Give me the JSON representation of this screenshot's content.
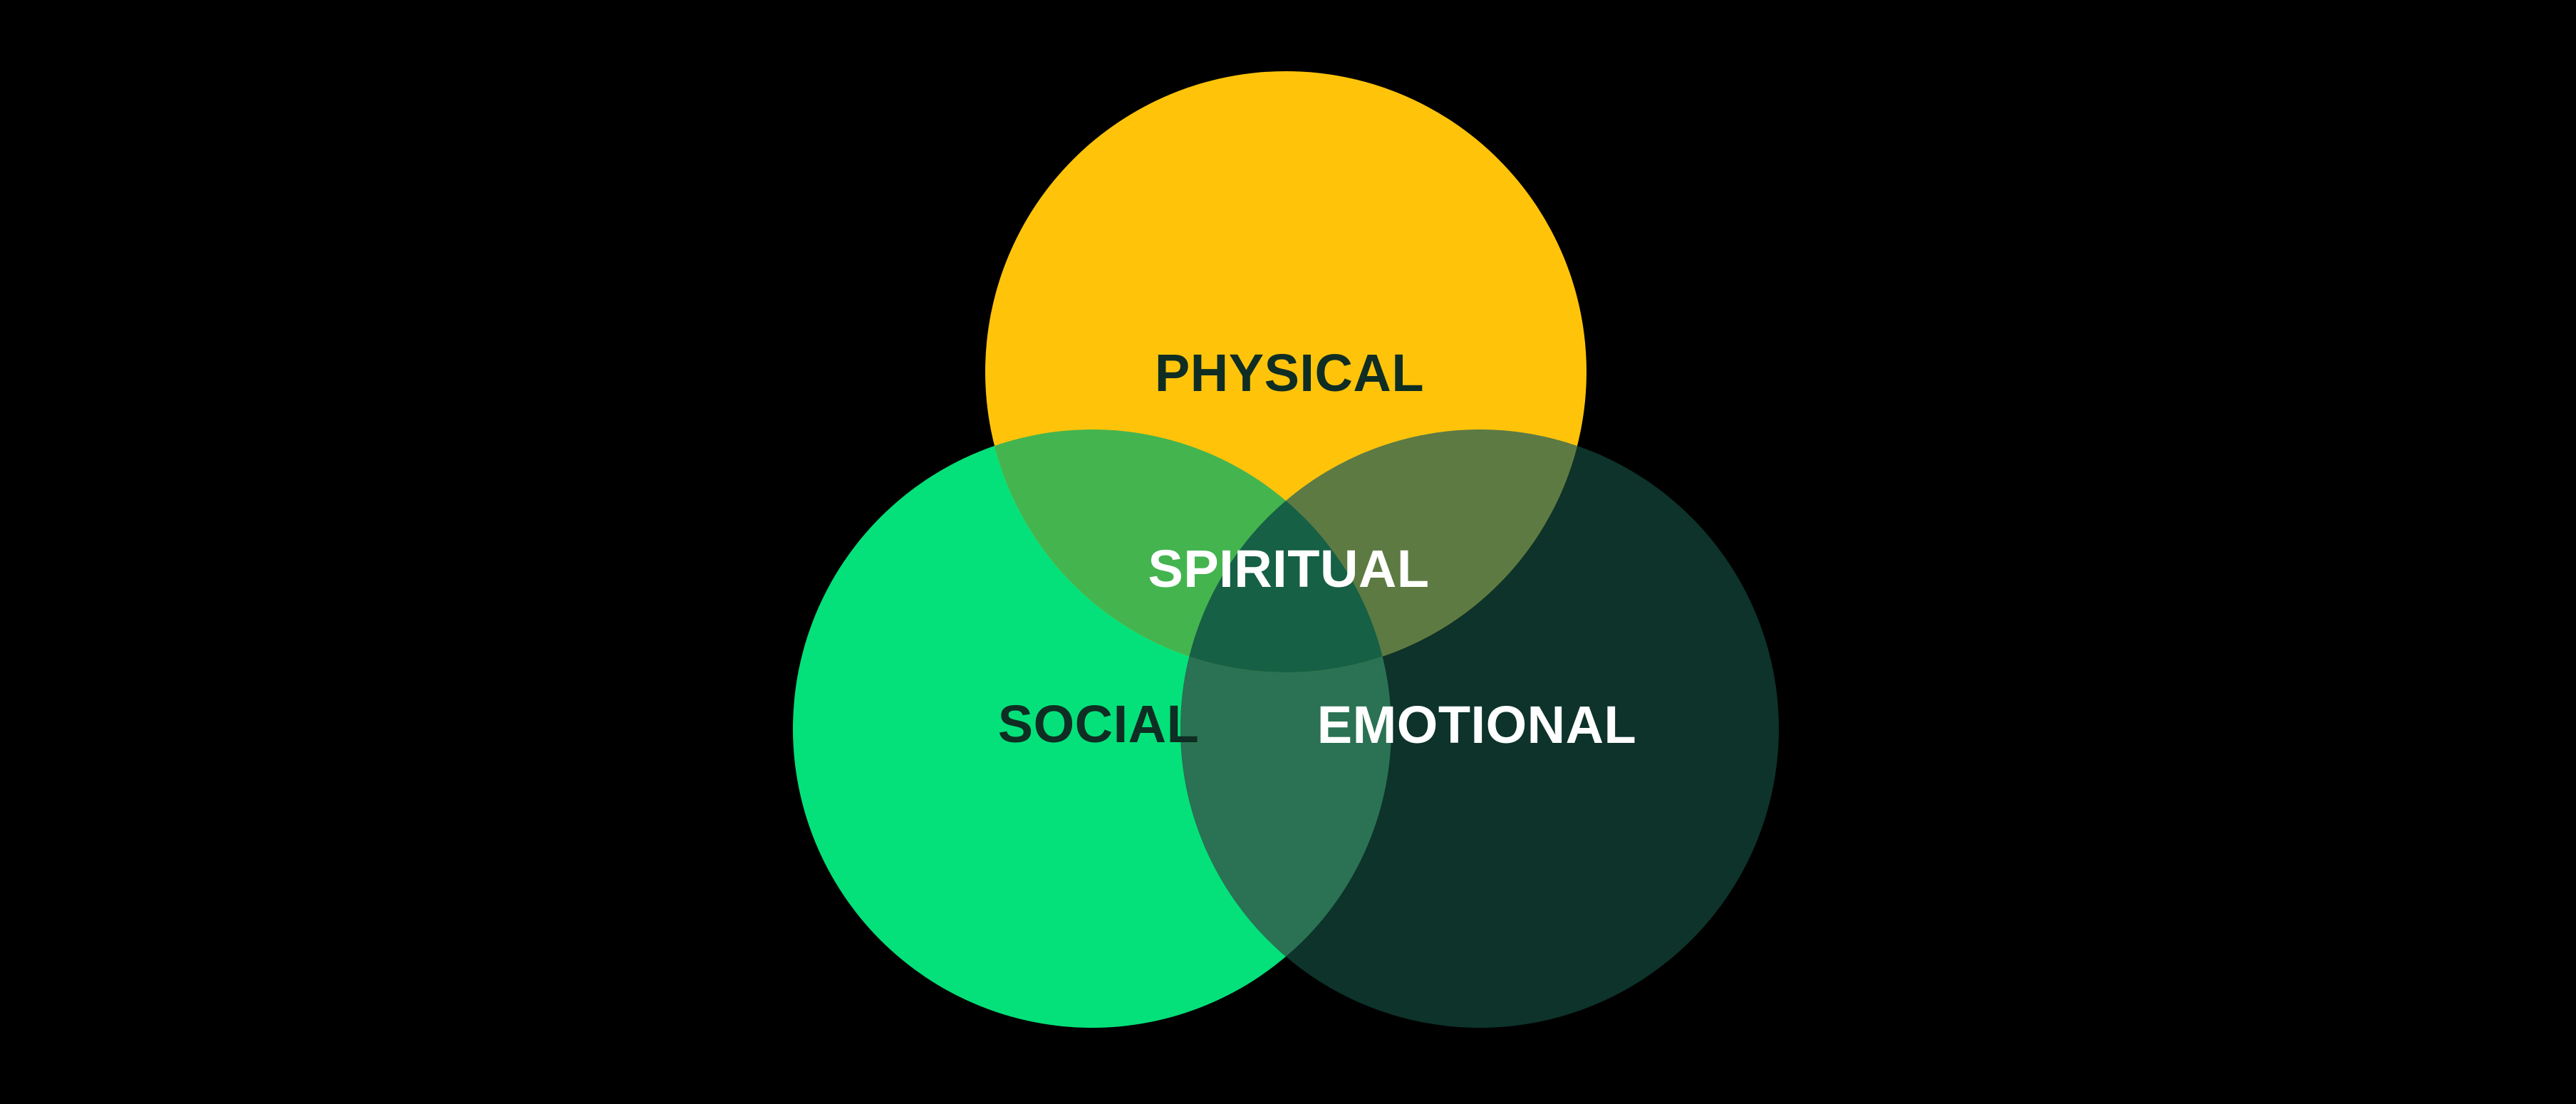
{
  "venn": {
    "description": "Three-circle Venn diagram of wellbeing dimensions on a black background",
    "background": "#000000",
    "sets": {
      "physical": {
        "label": "PHYSICAL",
        "position": "top"
      },
      "social": {
        "label": "SOCIAL",
        "position": "bottom-left"
      },
      "emotional": {
        "label": "EMOTIONAL",
        "position": "bottom-right"
      },
      "center_overlap": {
        "label": "SPIRITUAL",
        "position": "center"
      }
    },
    "colors": {
      "physical": "#FFC40A",
      "social": "#04E17A",
      "emotional": "#0D332A",
      "physical_social_overlap": "#44B44F",
      "physical_emotional_overlap": "#5D7A43",
      "social_emotional_overlap": "#2A7253",
      "center_overlap": "#166045",
      "label_dark": "#0F2D23",
      "label_light": "#FFFFFF"
    }
  }
}
